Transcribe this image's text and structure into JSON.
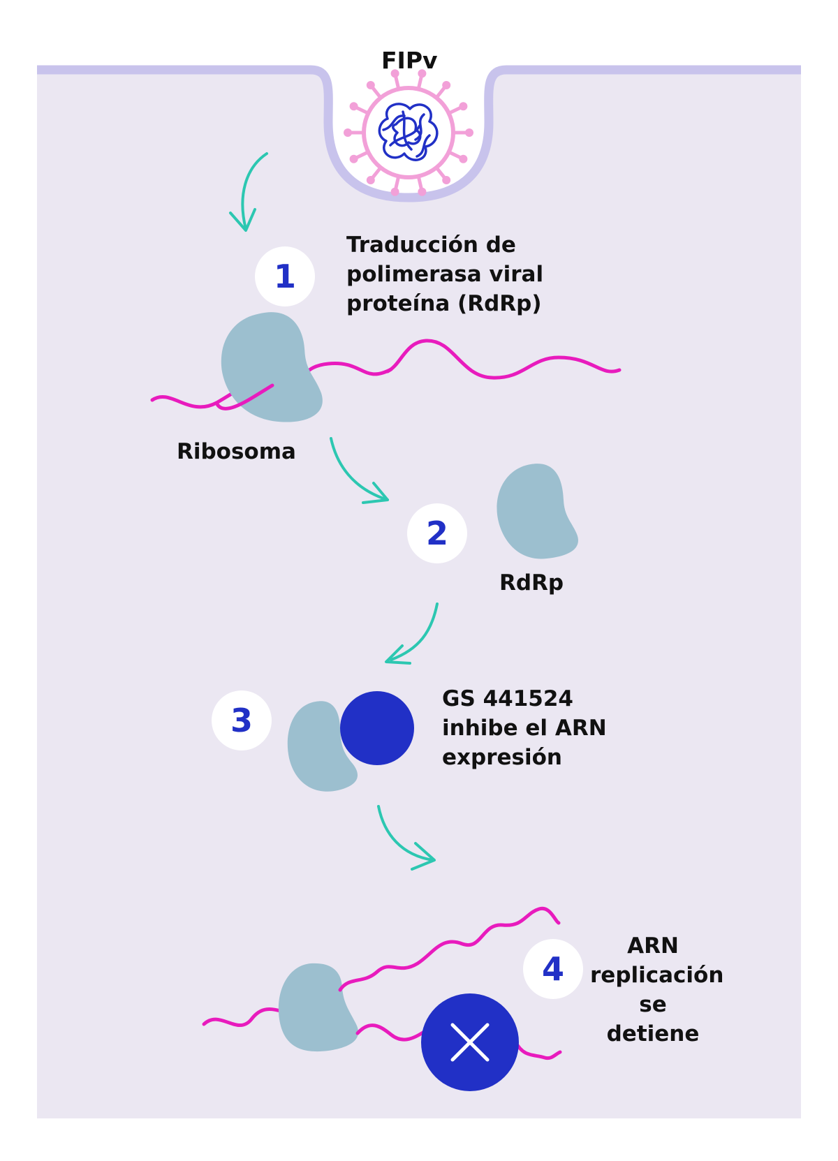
{
  "colors": {
    "cell_background": "#ebe7f2",
    "membrane": "#c8c3ec",
    "virus_spikes": "#f2a0d8",
    "virus_genome": "#2130c6",
    "rna_strand": "#e81bbd",
    "arrows": "#2cc7b1",
    "enzyme": "#9cbfcf",
    "inhibitor": "#2130c6",
    "step_number": "#2130c6"
  },
  "virus": {
    "label": "FIPv",
    "icon": "coronavirus-icon"
  },
  "steps": [
    {
      "number": "1",
      "label": "Traducción de\npolimerasa viral\nproteína (RdRp)"
    },
    {
      "number": "2",
      "label": ""
    },
    {
      "number": "3",
      "label": "GS 441524\ninhibe el ARN\nexpresión"
    },
    {
      "number": "4",
      "label": "ARN\nreplicación\nse detiene"
    }
  ],
  "labels": {
    "ribosome": "Ribosoma",
    "rdrp": "RdRp"
  },
  "icons": {
    "blocked": "cross-icon",
    "flow": "curved-arrow-icon"
  }
}
